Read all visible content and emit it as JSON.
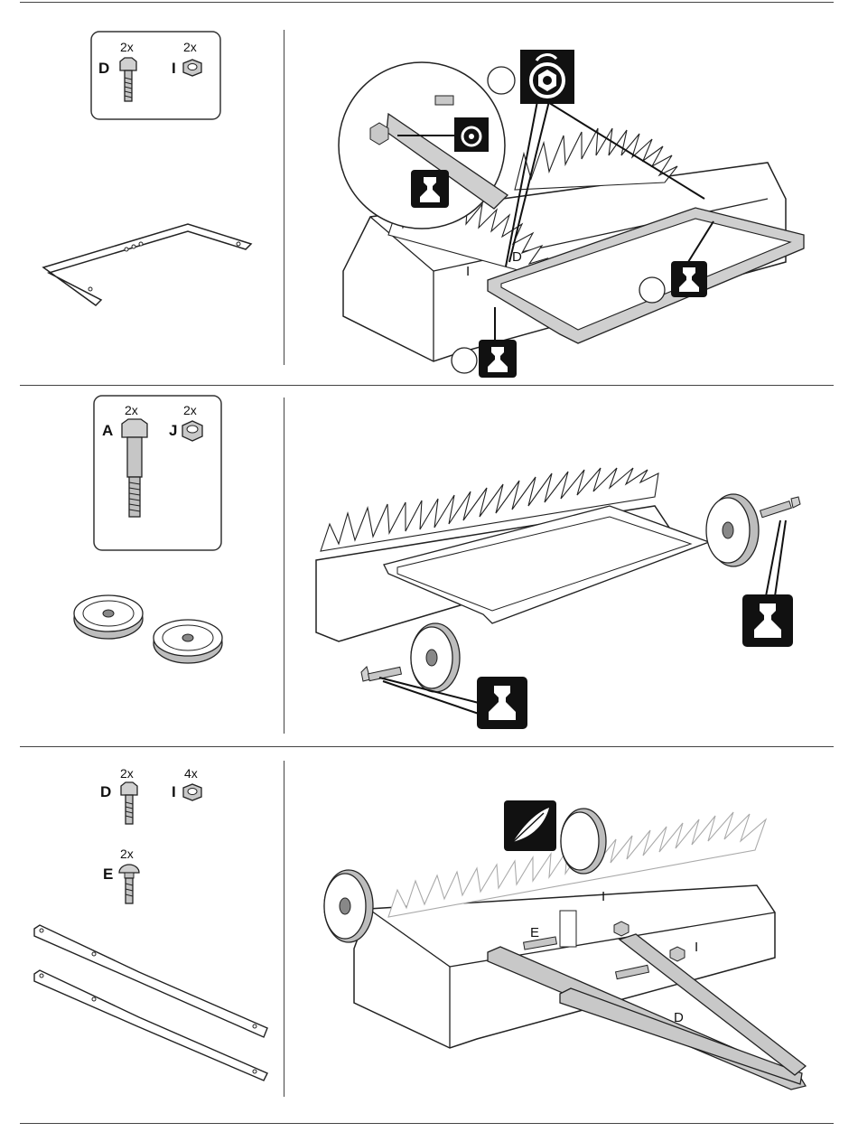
{
  "step1": {
    "parts": [
      {
        "letter": "D",
        "qty": "2x",
        "icon": "hex-bolt-icon"
      },
      {
        "letter": "I",
        "qty": "2x",
        "icon": "nut-icon"
      }
    ],
    "callouts": {
      "d": "D",
      "i": "I"
    },
    "icons": [
      "tighten-icon",
      "wrench-icon"
    ]
  },
  "step2": {
    "parts": [
      {
        "letter": "A",
        "qty": "2x",
        "icon": "shoulder-bolt-icon"
      },
      {
        "letter": "J",
        "qty": "2x",
        "icon": "nut-icon"
      }
    ],
    "icons": [
      "wrench-icon"
    ]
  },
  "step3": {
    "parts": [
      {
        "letter": "D",
        "qty": "2x",
        "icon": "hex-bolt-icon"
      },
      {
        "letter": "I",
        "qty": "4x",
        "icon": "nut-icon"
      },
      {
        "letter": "E",
        "qty": "2x",
        "icon": "carriage-bolt-icon"
      }
    ],
    "callouts": {
      "i1": "I",
      "e": "E",
      "i2": "I",
      "d": "D"
    },
    "icons": [
      "feather-light-icon"
    ]
  },
  "colors": {
    "line": "#444444",
    "icon_bg": "#111111",
    "part_gray": "#b8b8b8",
    "handle_gray": "#c8c8c8"
  }
}
